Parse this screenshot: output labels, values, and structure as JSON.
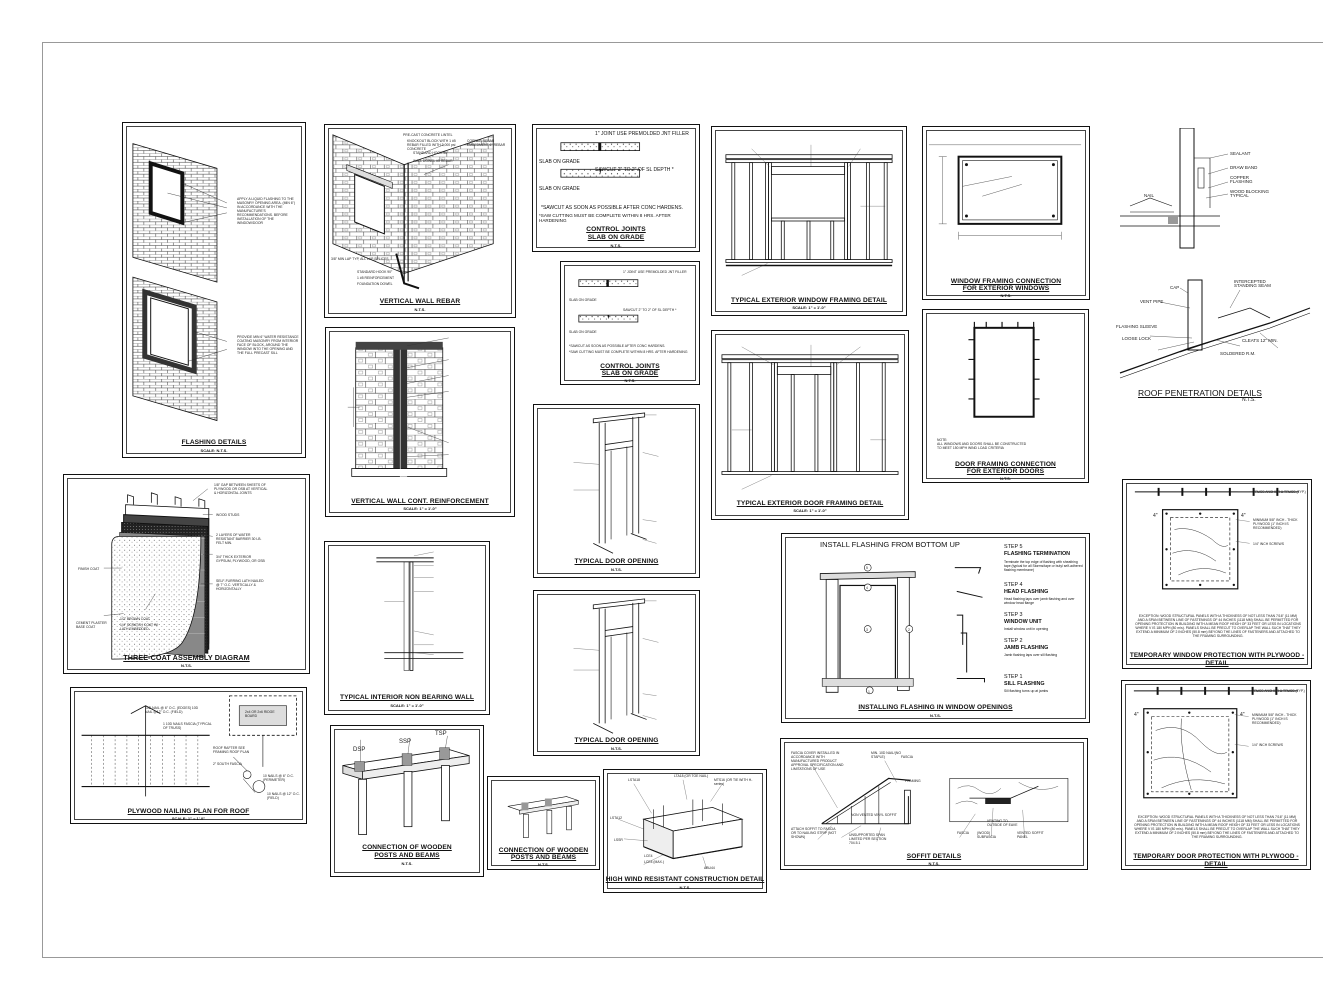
{
  "panels": {
    "flashing": {
      "title": "FLASHING DETAILS",
      "sub": "SCALE: N.T.S.",
      "note1": "APPLY A LIQUID FLASHING TO THE MASONRY OPENING AREA. (MIN 6\") IN ACCORDANCE WITH THE MANUFACTURE'S RECOMMENDATIONS. BEFORE INSTALLATION OF THE WINDOW/DOOR",
      "note2": "PROVIDE MIN 6\" WATER RESISTANCE COATING MASONRY FROM INTERIOR FACE OF BLOCK, AROUND THE WINDOW INTO THE OPENING AND THE FULL PRECAST SILL"
    },
    "rebar": {
      "title": "VERTICAL WALL REBAR",
      "sub": "N.T.S.",
      "n1": "PRE-CAST CONCRETE LINTEL",
      "n2": "KNOCKOUT BLOCK WITH 1 #5 REBAR FILLED WITH 3,000 psi CONCRETE",
      "n3": "CORNER REBAR EMBEDMENT 6\" REBAR",
      "n4": "STANDARD HOOK 90°",
      "n5": "WALL DOWEL #5 REBAR",
      "n6": "3/8\" MIN LAP TYP, ALL LAP SPLICES",
      "n7": "STANDARD HOOK 90°",
      "n8": "1 #5 REINFORCEMENT",
      "n9": "FOUNDATION DOWEL"
    },
    "cj1": {
      "title": "CONTROL JOINTS",
      "title2": "SLAB ON GRADE",
      "sub": "N.T.S.",
      "t1": "1\" JOINT USE PREMOLDED JNT FILLER",
      "t2": "SLAB ON GRADE",
      "t3": "SAWCUT 2\" TO 2\" OF SL DEPTH *",
      "t4": "SLAB ON GRADE",
      "t5": "*SAWCUT AS SOON AS POSSIBLE AFTER CONC HARDENS.",
      "t6": "*SAW CUTTING MUST BE COMPLETE WITHIN 8 HRS. AFTER HARDENING"
    },
    "cj2": {
      "title": "CONTROL JOINTS",
      "title2": "SLAB ON GRADE",
      "sub": "N.T.S.",
      "t1": "1\" JOINT USE PREMOLDED JNT FILLER",
      "t2": "SLAB ON GRADE",
      "t3": "SAWCUT 2\" TO 2\" OF SL DEPTH *",
      "t4": "SLAB ON GRADE",
      "t5": "*SAWCUT AS SOON AS POSSIBLE AFTER CONC HARDENS.",
      "t6": "*SAW CUTTING MUST BE COMPLETE WITHIN 8 HRS. AFTER HARDENING"
    },
    "extwin": {
      "title": "TYPICAL EXTERIOR WINDOW FRAMING DETAIL",
      "sub": "SCALE: 1\" = 1'-0\""
    },
    "winconn": {
      "title": "WINDOW FRAMING CONNECTION",
      "title2": "FOR EXTERIOR WINDOWS",
      "sub": "N.T.S."
    },
    "roofpen": {
      "title": "ROOF PENETRATION DETAILS",
      "sub": "N.T.S.",
      "l1": "SEALANT",
      "l2": "DRAW BAND",
      "l3": "COPPER FLASHING",
      "l4": "WOOD BLOCKING TYPICAL",
      "l5": "NAIL",
      "l6": "CAP",
      "l7": "VENT PIPE",
      "l8": "INTERCEPTED STANDING SEAM",
      "l9": "FLASHING SLEEVE",
      "l10": "LOOSE LOCK",
      "l11": "CLEATS 12\" MIN.",
      "l12": "SOLDERED R.M."
    },
    "wallcont": {
      "title": "VERTICAL WALL CONT. REINFORCEMENT",
      "sub": "SCALE: 1\" = 1'-0\""
    },
    "extdoor": {
      "title": "TYPICAL EXTERIOR DOOR FRAMING DETAIL",
      "sub": "SCALE: 1\" = 1'-0\""
    },
    "doorconn": {
      "title": "DOOR FRAMING CONNECTION",
      "title2": "FOR EXTERIOR DOORS",
      "sub": "N.T.S.",
      "note": "NOTE:\nALL WINDOWS AND DOORS SHALL BE CONSTRUCTED\nTO MEET 150 MPH WIND LOAD CRITERIA"
    },
    "threecoat": {
      "title": "THREE-COAT ASSEMBLY DIAGRAM",
      "sub": "N.T.S.",
      "n1": "1/8\" GAP BETWEEN SHEETS OF PLYWOOD OR OSB AT VERTICAL & HORIZONTAL JOINTS",
      "n2": "WOOD STUDS",
      "n3": "2 LAYERS OF WATER RESISTANT BARRIER 30 LB. FELT MIN.",
      "n4": "3/4\" THICK EXTERIOR GYPSUM, PLYWOOD, OR OSB",
      "n5": "SELF-FURRING LATH NAILED @ 7\" O.C. VERTICALLY & HORIZONTALLY",
      "n6": "FINISH COAT",
      "n7": "CEMENT PLASTER BASE COAT",
      "n8": "1/2\" BROWN COAT",
      "n9": "1/4\" SCRATCH COAT W/ LATH EMBEDDED"
    },
    "doorop1": {
      "title": "TYPICAL DOOR OPENING",
      "sub": "N.T.S."
    },
    "doorop2": {
      "title": "TYPICAL DOOR OPENING",
      "sub": "N.T.S."
    },
    "interior": {
      "title": "TYPICAL INTERIOR NON BEARING WALL",
      "sub": "SCALE: 1\" = 1'-0\""
    },
    "install": {
      "heading": "INSTALL FLASHING FROM BOTTOM UP",
      "title": "INSTALLING FLASHING IN WINDOW OPENINGS",
      "sub": "N.T.S.",
      "s5": "STEP 5",
      "s5t": "FLASHING TERMINATION",
      "s5d": "Terminate the top edge of flashing with sheathing tape (typical for all Storms/tape or butyl self-adhered flashing membrane)",
      "s4": "STEP 4",
      "s4t": "HEAD FLASHING",
      "s4d": "Head flashing laps over jamb flashing and over window head flange",
      "s3": "STEP 3",
      "s3t": "WINDOW UNIT",
      "s3d": "Install window unit in opening",
      "s2": "STEP 2",
      "s2t": "JAMB FLASHING",
      "s2d": "Jamb flashing laps over sill flashing",
      "s1": "STEP 1",
      "s1t": "SILL FLASHING",
      "s1d": "Sill flashing turns up at jambs",
      "m1": "1",
      "m2": "2",
      "m3": "3",
      "m4": "4",
      "m5": "5"
    },
    "tempwin": {
      "title": "TEMPORARY WINDOW PROTECTION WITH PLYWOOD - DETAIL",
      "note": "EXCEPTION: WOOD STRUCTURAL PANELS WITH A THICKNESS OF NOT LESS THAN 7/16\" (11 MM) AND A SPAN BETWEEN LINE OF FASTENINGS OF 44 INCHES (1118 MM) SHALL BE PERMITTED FOR OPENING PROTECTION IN BUILDING WITH A MEAN ROOF HEIGH OF 33 FEET OR LESS IN LOCATIONS WHERE V IS 180 MPH (80 m/s). PANELS SHALL BE PRECUT TO OVERLAP THE WALL SUCH THAT THEY EXTEND A MINIMUM OF 2 INCHES (50.8 mm) BEYOND THE LINES OF FASTENERS AND ATTACHED TO THE FRAMING SURROUNDING.",
      "l1": "TRUSS ANCHOR & TRUSS (TYP.)",
      "l2": "MINIMUM 5/8\" INCH - THICK PLYWOOD (1\" INCH IS RECOMMENDED)",
      "l3": "1/4\" INCH SCREWS",
      "d": "4\""
    },
    "tempdoor": {
      "title": "TEMPORARY DOOR PROTECTION WITH PLYWOOD - DETAIL",
      "note": "EXCEPTION: WOOD STRUCTURAL PANELS WITH A THICKNESS OF NOT LESS THAN 7/16\" (11 MM) AND A SPAN BETWEEN LINE OF FASTENINGS OF 44 INCHES (1118 MM) SHALL BE PERMITTED FOR OPENING PROTECTION IN BUILDING WITH A MEAN ROOF HEIGH OF 33 FEET OR LESS IN LOCATIONS WHERE V IS 180 MPH (80 m/s). PANELS SHALL BE PRECUT TO OVERLAP THE WALL SUCH THAT THEY EXTEND A MINIMUM OF 2 INCHES (50.8 mm) BEYOND THE LINES OF FASTENERS AND ATTACHED TO THE FRAMING SURROUNDING.",
      "l1": "TRUSS ANCHOR & TRUSS (TYP.)",
      "l2": "MINIMUM 5/8\" INCH - THICK PLYWOOD (1\" INCH IS RECOMMENDED)",
      "l3": "1/4\" INCH SCREWS",
      "d": "4\""
    },
    "plywood": {
      "title": "PLYWOOD NAILING PLAN FOR ROOF",
      "sub": "SCALE: 1\" = 1'-0\"",
      "n1": "10D NAIL @ 6\" O.C. (EDGES) 10D NAIL @12\" O.C. (FIELD)",
      "n2": "1 10D NAILS FASCIA (TYPICAL OF TRUSS)",
      "n3": "ROOF RAFTER SEE FRAMING ROOF PLAN",
      "n4": "2\" SOUTH FASCIA",
      "n5": "10 NAILS @ 6\" O.C. (PERIMETER)",
      "n6": "10 NAILS @ 12\" O.C. (FIELD)",
      "n7": "2x4 OR 2x6 RIDGE BOARD"
    },
    "postbeam1": {
      "title": "CONNECTION OF  WOODEN",
      "title2": "POSTS AND BEAMS",
      "sub": "N.T.S.",
      "dsp": "DSP",
      "ssp": "SSP",
      "tsp": "TSP"
    },
    "postbeam2": {
      "title": "CONNECTION OF  WOODEN",
      "title2": "POSTS AND BEAMS",
      "sub": "N.T.S."
    },
    "highwind": {
      "title": "HIGH WIND RESISTANT CONSTRUCTION DETAIL",
      "sub": "N.T.S.",
      "n1": "LSTA18",
      "n2": "LTA18 (OR TOE NAIL)",
      "n3": "MTS16 (OR TIE WITH H-series)",
      "n4": "LSTA12",
      "n5": "LSSR",
      "n6": "LCE4",
      "n7": "LCE4 (MAX.)",
      "n8": "ABU44"
    },
    "soffit": {
      "title": "SOFFIT DETAILS",
      "sub": "N.T.S.",
      "n1": "FASCIA COVER INSTALLED IN ACCORDANCE WITH MANUFACTURED PRODUCT APPROVAL SPECIFICATION AND LIMITATIONS OF USE",
      "n2": "MIN. 10D NAIL/(NO STAPLE)",
      "n3": "NON VENTED VINYL SOFFIT",
      "n4": "ATTACH SOFFIT TO FASCIA OR TO NAILING STRIP (NOT SHOWN)",
      "n5": "UNSUPPORTED SPAN LIMITED PER SECTION 704.5.1",
      "n6": "FASCIA",
      "n7": "VENTING TO OUTSIDE OF EAVE",
      "n8": "FASCIA",
      "n9": "(WOOD) SUBFASCIA",
      "n10": "VENTED SOFFIT PANEL",
      "n11": "FRAMING"
    }
  }
}
